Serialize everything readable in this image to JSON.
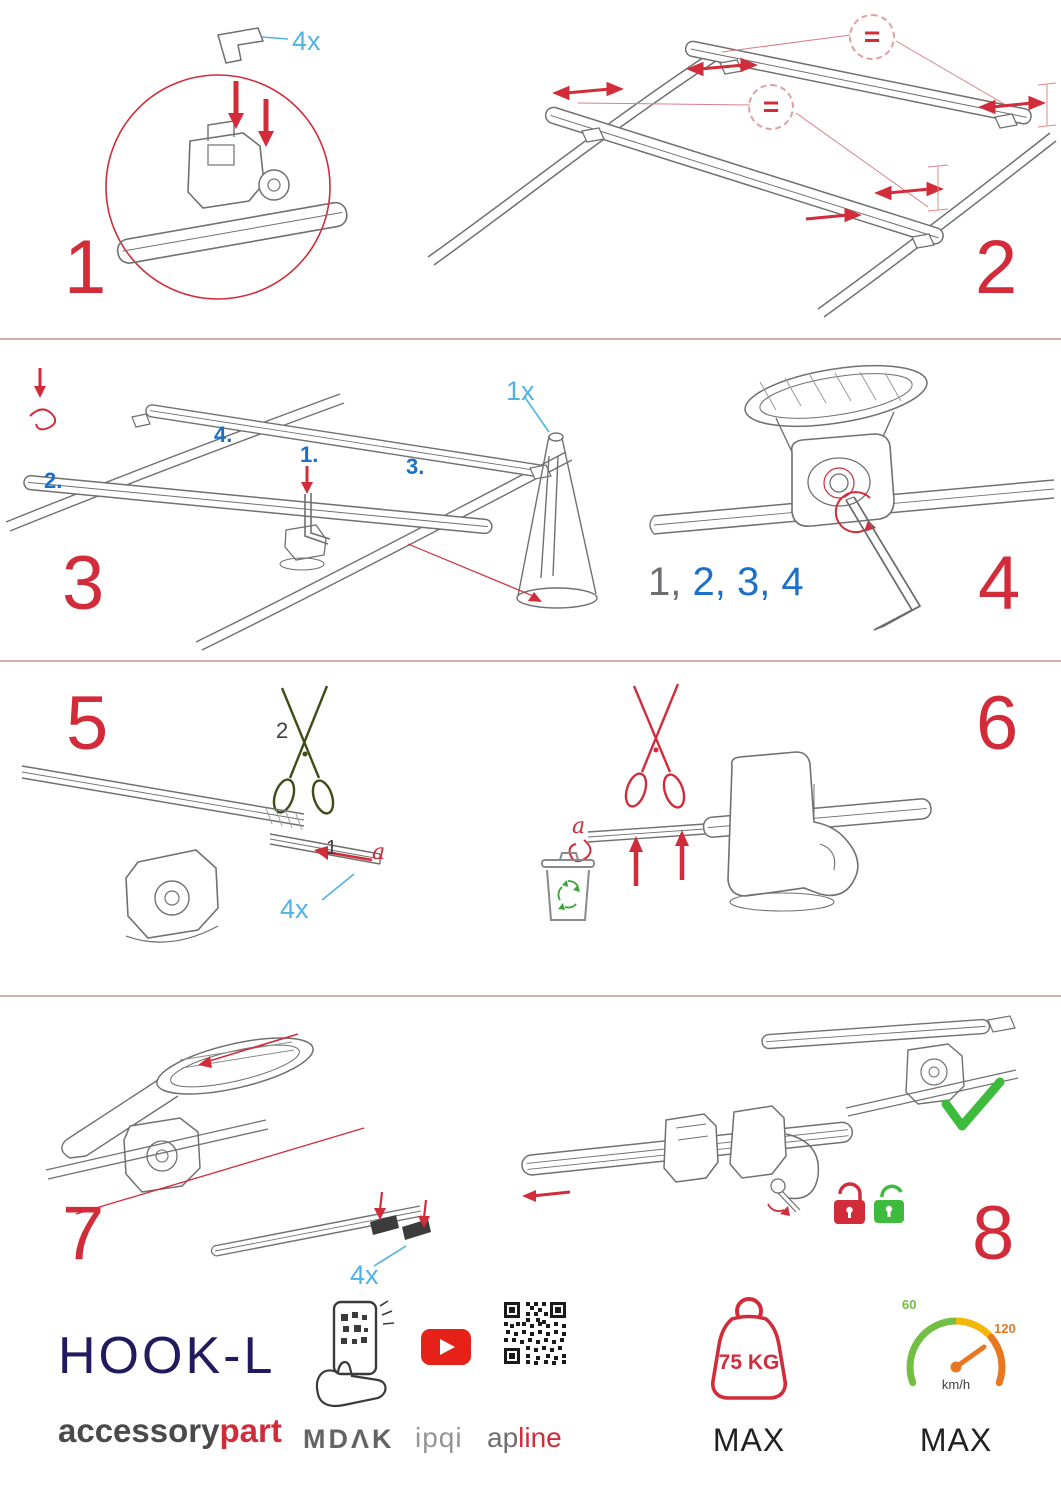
{
  "colors": {
    "red": "#d22c3a",
    "cyan": "#4fb3e6",
    "blue": "#1d70c8",
    "navy": "#221a5e",
    "gray": "#58585a",
    "green": "#3dbb3d",
    "orange": "#e87722"
  },
  "steps": {
    "step1": {
      "number": "1",
      "qty": "4x"
    },
    "step2": {
      "number": "2",
      "equal_sign": "="
    },
    "step3": {
      "number": "3",
      "qty": "1x",
      "sub_labels": [
        "1.",
        "2.",
        "3.",
        "4."
      ]
    },
    "step4": {
      "number": "4",
      "sequence_first": "1,",
      "sequence_rest": " 2, 3, 4"
    },
    "step5": {
      "number": "5",
      "qty": "4x",
      "cut_label": "2",
      "insert_label": "1",
      "strip_label": "a"
    },
    "step6": {
      "number": "6",
      "strip_label": "a"
    },
    "step7": {
      "number": "7",
      "qty": "4x"
    },
    "step8": {
      "number": "8"
    }
  },
  "footer": {
    "product_name": "HOOK-L",
    "brand": {
      "first": "accessory",
      "second": "part"
    },
    "partner_logos": {
      "mdak": "MDΛK",
      "ipqi": "ipqi",
      "apline_first": "ap",
      "apline_second": "line"
    },
    "weight": {
      "value": "75 KG",
      "max": "MAX"
    },
    "speed": {
      "low": "60",
      "high": "120",
      "unit": "km/h",
      "max": "MAX"
    }
  }
}
